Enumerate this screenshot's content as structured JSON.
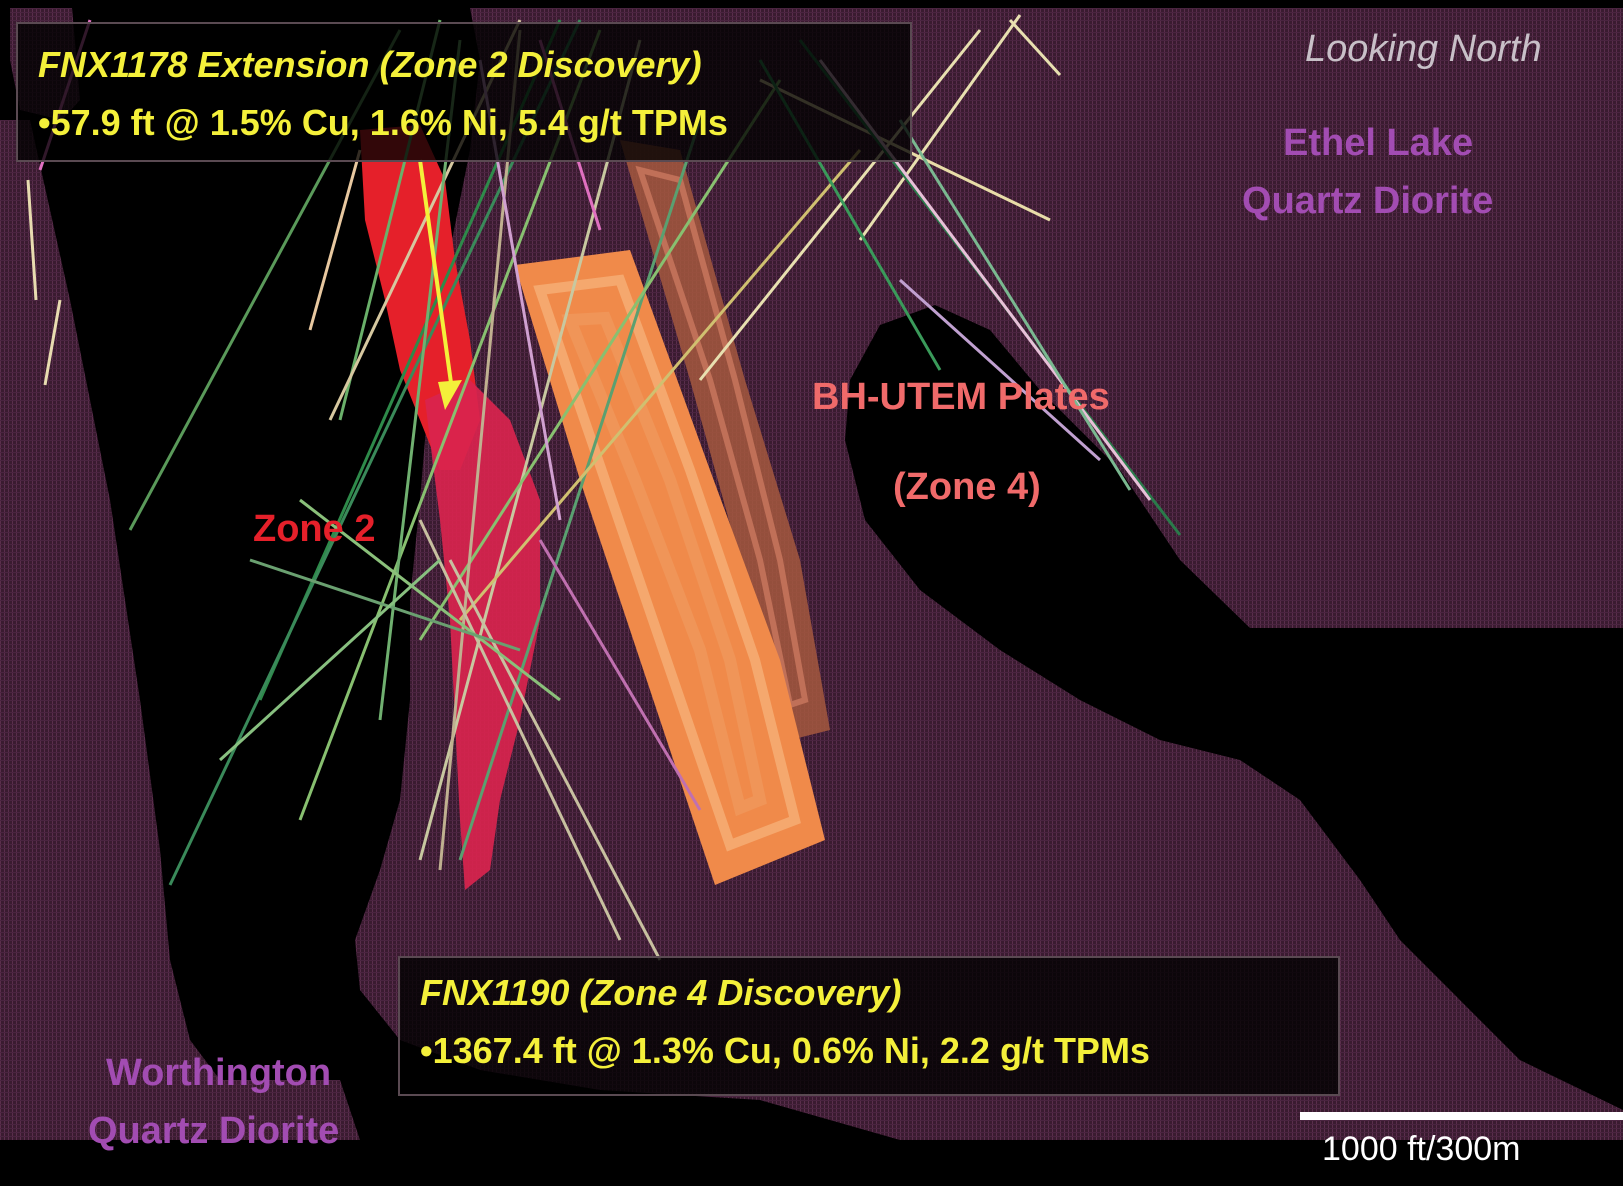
{
  "view_direction": "Looking North",
  "units": {
    "ethel_lake": {
      "line1": "Ethel Lake",
      "line2": "Quartz Diorite"
    },
    "worthington": {
      "line1": "Worthington",
      "line2": "Quartz Diorite"
    }
  },
  "plates": {
    "line1": "BH-UTEM Plates",
    "line2": "(Zone 4)"
  },
  "zone2_label": "Zone 2",
  "callout_top": {
    "title": "FNX1178 Extension (Zone 2 Discovery)",
    "intercept": "•57.9 ft @ 1.5% Cu, 1.6% Ni, 5.4 g/t TPMs"
  },
  "callout_bottom": {
    "title": "FNX1190 (Zone 4 Discovery)",
    "intercept": "•1367.4 ft @ 1.3% Cu, 0.6% Ni, 2.2 g/t TPMs"
  },
  "scale_bar": "1000 ft/300m",
  "colors": {
    "quartz_diorite": "#3e1e34",
    "unit_label": "#a24cb2",
    "zone2_red": "#e5202a",
    "zone2_pink": "#d9244e",
    "plate_orange": "#f08a4a",
    "plate_brown": "#a5583e",
    "plate_label": "#f06a6a",
    "callout_text": "#f4f03a",
    "arrow": "#f4f03a"
  }
}
